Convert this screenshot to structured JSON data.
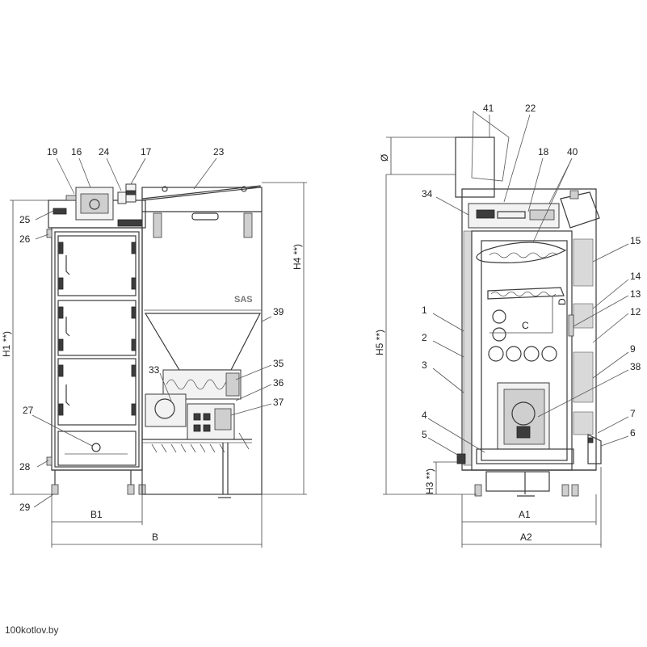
{
  "callouts": [
    "19",
    "16",
    "24",
    "17",
    "23",
    "25",
    "26",
    "27",
    "28",
    "29",
    "33",
    "35",
    "36",
    "37",
    "39",
    "41",
    "22",
    "18",
    "40",
    "34",
    "15",
    "14",
    "13",
    "12",
    "1",
    "2",
    "3",
    "9",
    "38",
    "4",
    "5",
    "7",
    "6"
  ],
  "dimensions": {
    "B1": "B1",
    "B": "B",
    "H1": "H1 **)",
    "H4": "H4 **)",
    "H5": "H5 **)",
    "H3": "H3 **)",
    "A1": "A1",
    "A2": "A2",
    "C": "C",
    "D": "D",
    "diameter": "Ø"
  },
  "brand_mark": "SAS",
  "watermark": "100kotlov.by"
}
